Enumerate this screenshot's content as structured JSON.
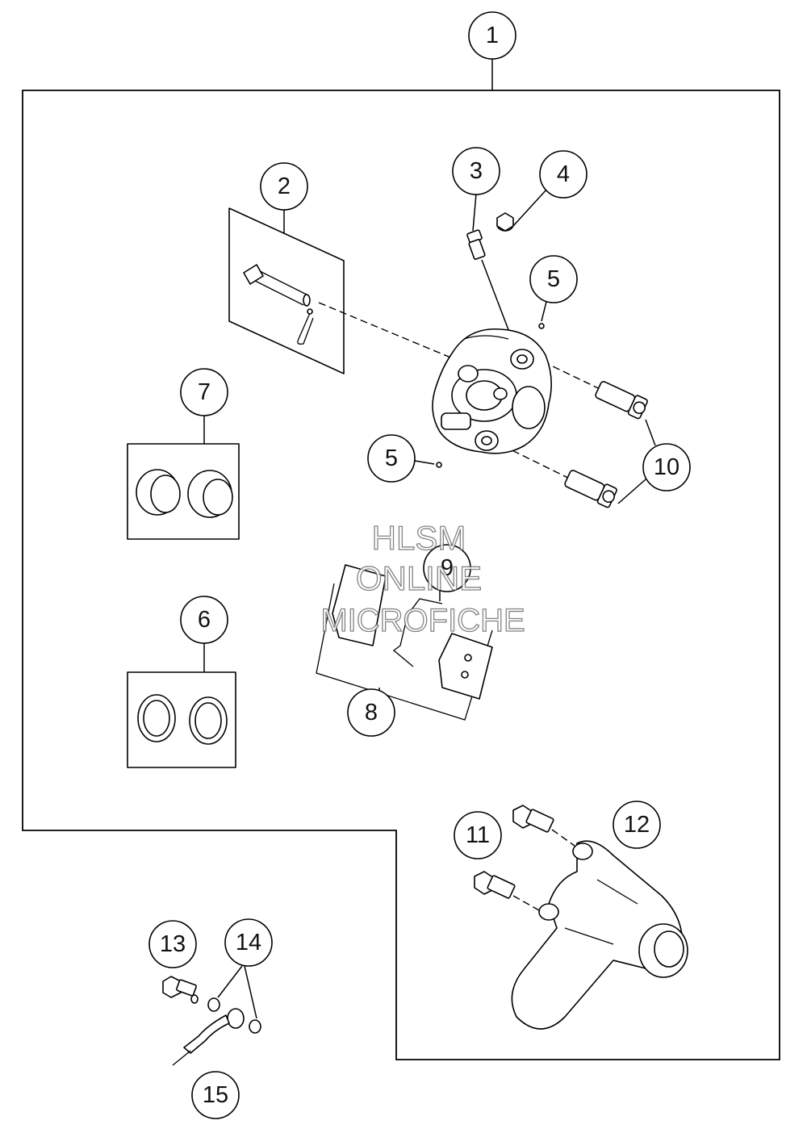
{
  "callouts": [
    {
      "id": "c1",
      "label": "1"
    },
    {
      "id": "c2",
      "label": "2"
    },
    {
      "id": "c3",
      "label": "3"
    },
    {
      "id": "c4",
      "label": "4"
    },
    {
      "id": "c5a",
      "label": "5"
    },
    {
      "id": "c5b",
      "label": "5"
    },
    {
      "id": "c6",
      "label": "6"
    },
    {
      "id": "c7",
      "label": "7"
    },
    {
      "id": "c8",
      "label": "8"
    },
    {
      "id": "c9",
      "label": "9"
    },
    {
      "id": "c10",
      "label": "10"
    },
    {
      "id": "c11",
      "label": "11"
    },
    {
      "id": "c12",
      "label": "12"
    },
    {
      "id": "c13",
      "label": "13"
    },
    {
      "id": "c14",
      "label": "14"
    },
    {
      "id": "c15",
      "label": "15"
    }
  ],
  "watermark": {
    "line1": "HLSM",
    "line2": "ONLINE",
    "line3": "MICROFICHE"
  }
}
